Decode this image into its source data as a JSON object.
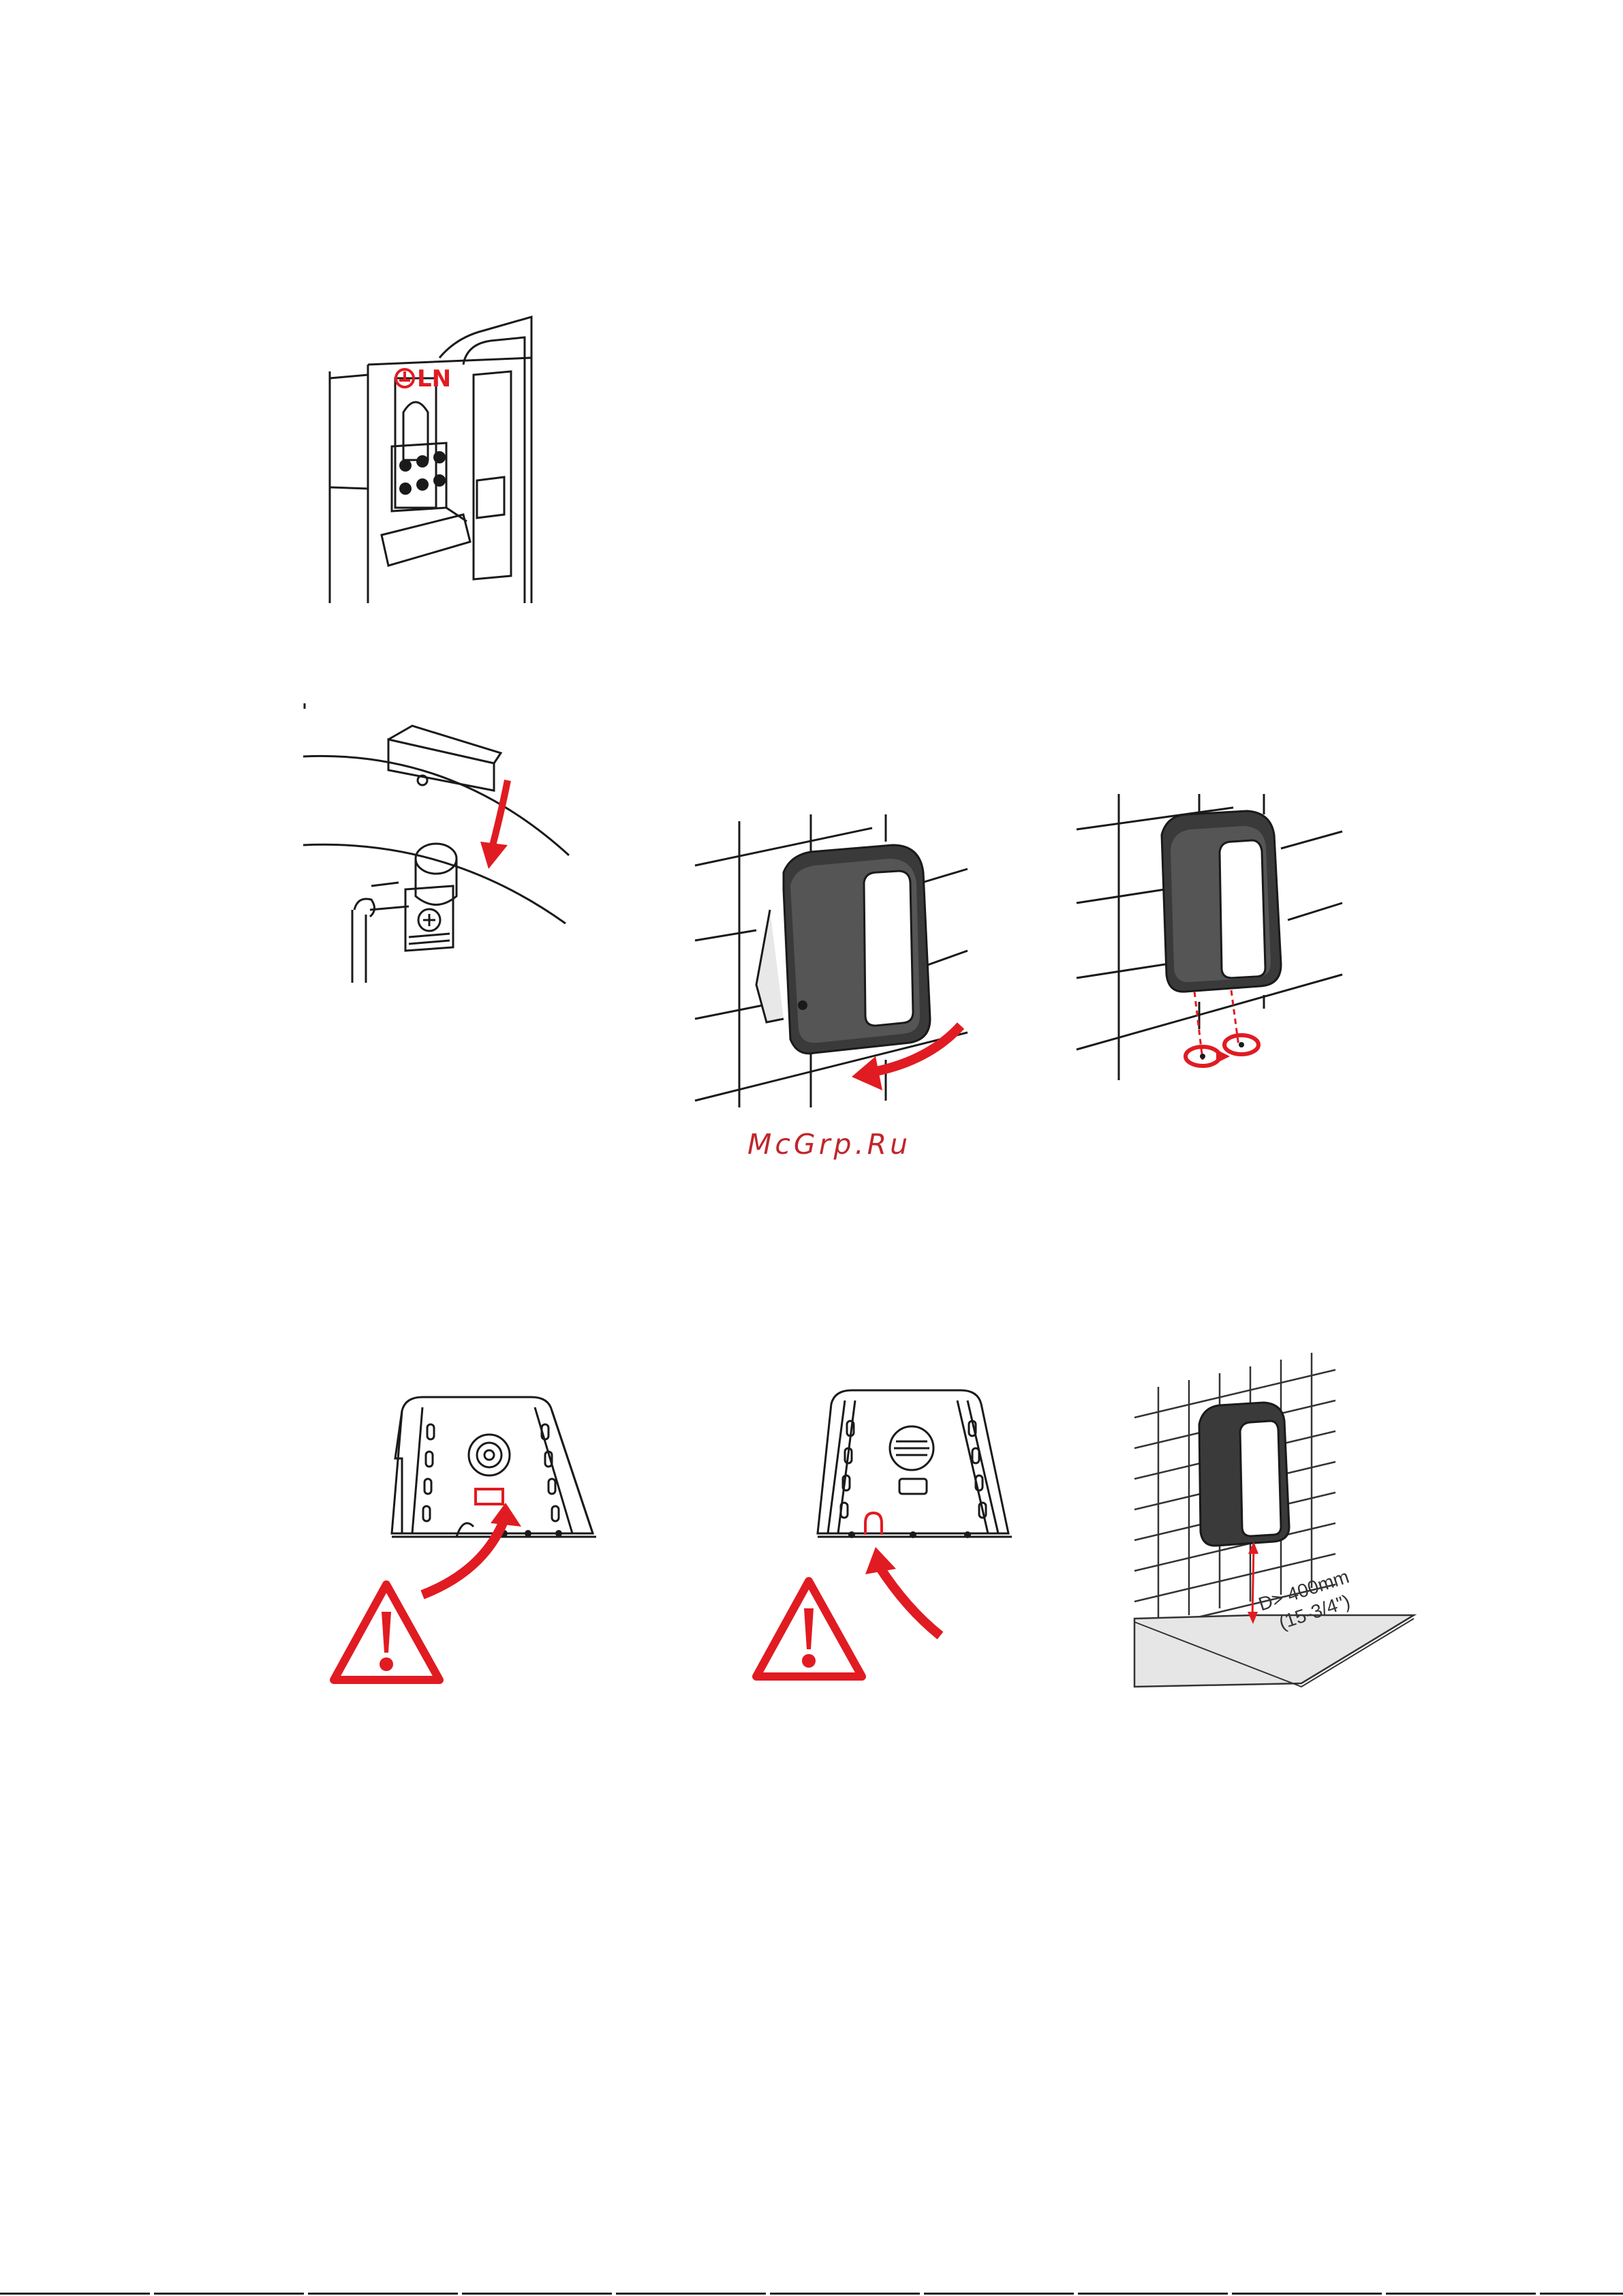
{
  "terminal_label": "LN",
  "watermark": "McGrp.Ru",
  "clearance": {
    "line1": "D> 400mm",
    "line2": "(15-3/4\")"
  },
  "colors": {
    "accent": "#e11b22",
    "line": "#1a1a1a",
    "watermark": "#c0262c"
  },
  "icons": [
    "ground-symbol-icon",
    "warning-triangle-icon",
    "curved-arrow-icon",
    "rotation-arrow-icon"
  ]
}
